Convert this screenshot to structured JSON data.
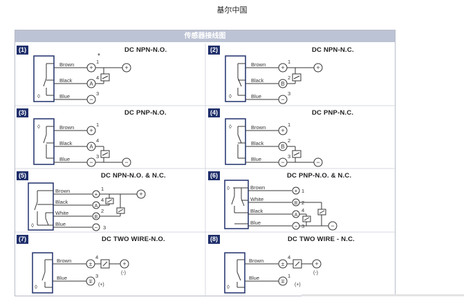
{
  "page": {
    "top_title": "基尔中国"
  },
  "sheet": {
    "header": "传感器接线图"
  },
  "wire_labels": {
    "brown": "Brown",
    "black": "Black",
    "blue": "Blue",
    "white": "White",
    "plus": "+",
    "minus": "−",
    "a": "A",
    "b": "B",
    "star": "*",
    "plus_paren": "(+)",
    "minus_paren": "(-)"
  },
  "cells": [
    {
      "num": "(1)",
      "title": "DC NPN-N.O.",
      "pins": [
        "1",
        "4",
        "3"
      ]
    },
    {
      "num": "(2)",
      "title": "DC NPN-N.C.",
      "pins": [
        "1",
        "2",
        "3"
      ]
    },
    {
      "num": "(3)",
      "title": "DC PNP-N.O.",
      "pins": [
        "1",
        "4",
        "3"
      ]
    },
    {
      "num": "(4)",
      "title": "DC PNP-N.C.",
      "pins": [
        "1",
        "2",
        "3"
      ]
    },
    {
      "num": "(5)",
      "title": "DC NPN-N.O. & N.C.",
      "pins": [
        "1",
        "4",
        "2",
        "3"
      ]
    },
    {
      "num": "(6)",
      "title": "DC PNP-N.O. & N.C.",
      "pins": [
        "1",
        "2",
        "4",
        "3"
      ]
    },
    {
      "num": "(7)",
      "title": "DC TWO WIRE-N.O.",
      "pins": [
        "4",
        "3"
      ]
    },
    {
      "num": "(8)",
      "title": "DC TWO WIRE - N.C.",
      "pins": [
        "4",
        "1"
      ]
    }
  ],
  "colors": {
    "navy": "#1f2f6b",
    "header_bg": "#bcc3d4",
    "line": "#333333",
    "border": "#b8bcc8"
  }
}
